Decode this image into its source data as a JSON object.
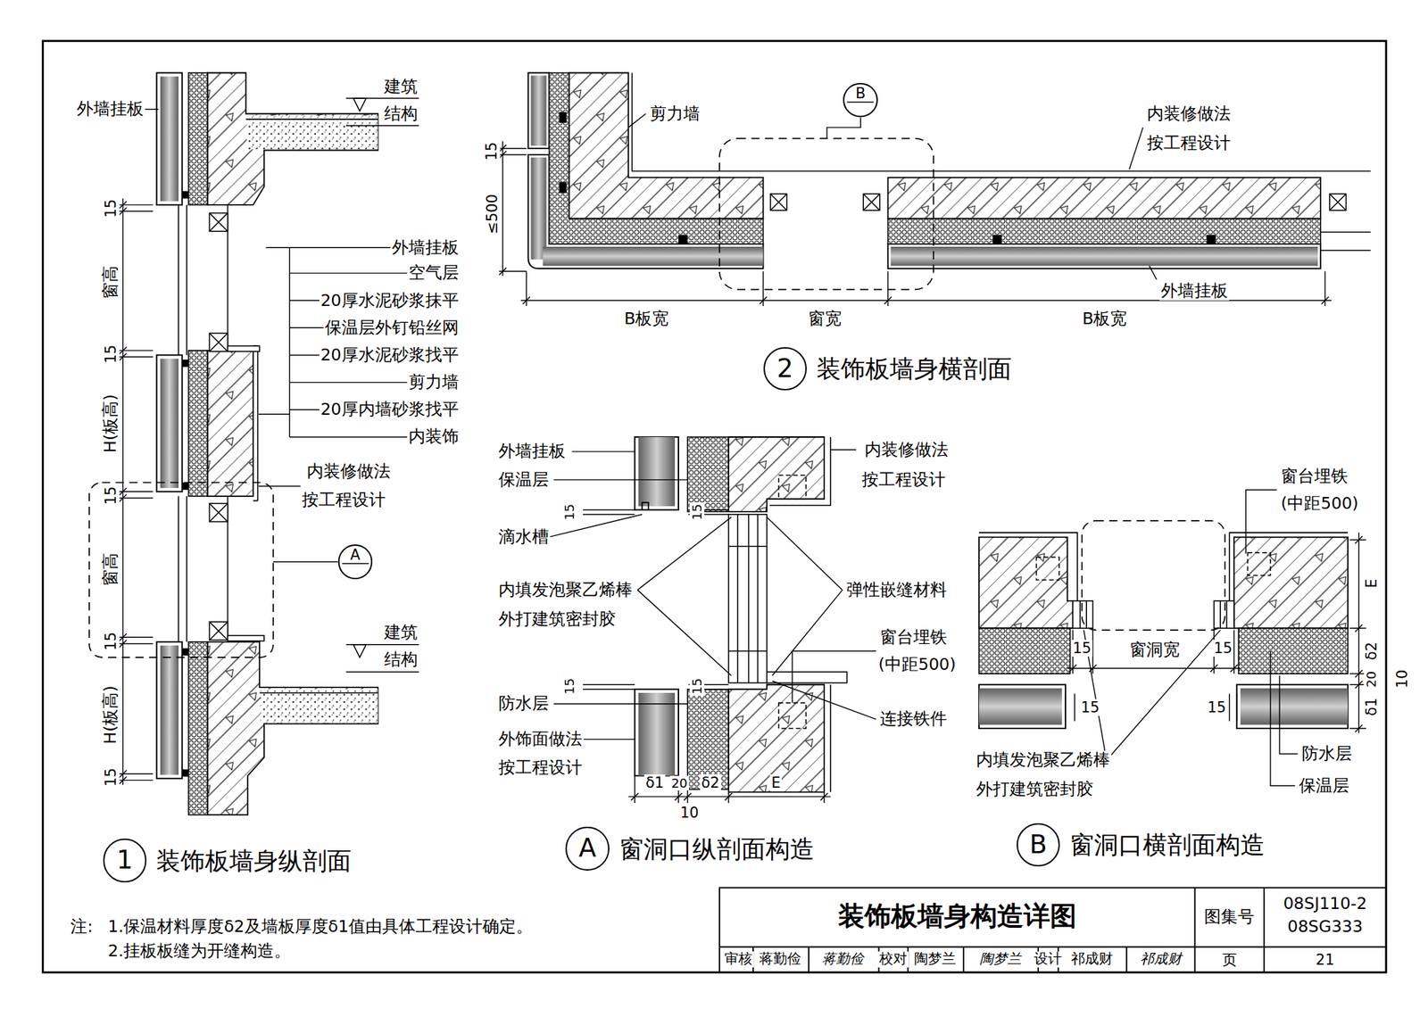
{
  "diagram": {
    "title": "装饰板墙身构造详图",
    "nodes": [
      {
        "text": [
          "A"
        ]
      },
      {
        "text": [
          "1",
          "装饰板墙身纵剖面"
        ]
      },
      {
        "text": [
          "B"
        ]
      },
      {
        "text": [
          "2",
          "装饰板墙身横剖面"
        ]
      },
      {
        "text": [
          "A",
          "窗洞口纵剖面构造"
        ]
      },
      {
        "text": [
          "B",
          "窗洞口横剖面构造"
        ]
      }
    ],
    "labels": [
      "外墙挂板",
      "建筑",
      "结构",
      "15",
      "窗高",
      "15",
      "H(板高)",
      "15",
      "窗高",
      "15",
      "H(板高)",
      "15",
      "外墙挂板",
      "空气层",
      "20厚水泥砂浆抹平",
      "保温层外钉铅丝网",
      "20厚水泥砂浆找平",
      "剪力墙",
      "20厚内墙砂浆找平",
      "内装饰",
      "内装修做法",
      "按工程设计",
      "建筑",
      "结构",
      "剪力墙",
      "内装修做法",
      "按工程设计",
      "15",
      "≤500",
      "外墙挂板",
      "B板宽",
      "窗宽",
      "B板宽",
      "外墙挂板",
      "保温层",
      "15",
      "滴水槽",
      "内填发泡聚乙烯棒",
      "外打建筑密封胶",
      "15",
      "15",
      "15",
      "防水层",
      "外饰面做法",
      "按工程设计",
      "内装修做法",
      "按工程设计",
      "弹性嵌缝材料",
      "窗台埋铁",
      "(中距500)",
      "连接铁件",
      "δ1",
      "20",
      "δ2",
      "E",
      "10",
      "窗台埋铁",
      "(中距500)",
      "E",
      "δ2",
      "20",
      "δ1",
      "10",
      "15",
      "窗洞宽",
      "15",
      "15",
      "15",
      "防水层",
      "保温层",
      "内填发泡聚乙烯棒",
      "外打建筑密封胶",
      "注:",
      "1.保温材料厚度δ2及墙板厚度δ1值由具体工程设计确定。",
      "2.挂板板缝为开缝构造。",
      "图集号",
      "08SJ110-2",
      "08SG333",
      "审核",
      "蒋勤俭",
      "蒋勤俭",
      "校对",
      "陶梦兰",
      "陶梦兰",
      "设计",
      "祁成财",
      "祁成财",
      "页",
      "21"
    ]
  }
}
